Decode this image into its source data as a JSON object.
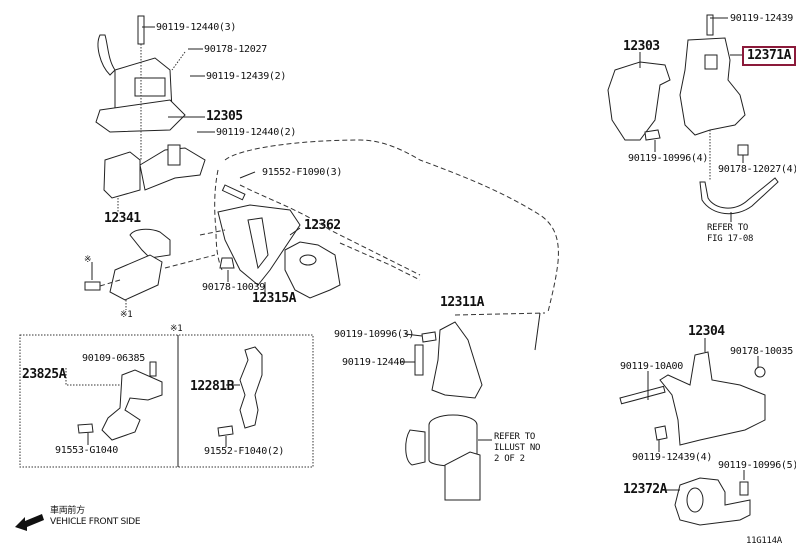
{
  "diagram": {
    "highlight_color": "#8b1a3a",
    "figure_id": "11G114A",
    "direction": {
      "label_jp": "車両前方",
      "label_en": "VEHICLE FRONT SIDE",
      "icon": "arrow-left-icon"
    },
    "callouts": {
      "p12305": "12305",
      "p90119_12440_3": "90119-12440(3)",
      "p90178_12027": "90178-12027",
      "p90119_12439_2": "90119-12439(2)",
      "p90119_12440_2": "90119-12440(2)",
      "p12341": "12341",
      "p91552_F1090_3": "91552-F1090(3)",
      "p12362": "12362",
      "p90178_10039": "90178-10039",
      "p12315A": "12315A",
      "note_star_a": "※1",
      "note_star_b": "※1",
      "note_star_c": "※",
      "p12311A": "12311A",
      "p90119_10996_3": "90119-10996(3)",
      "p90119_12440": "90119-12440",
      "refer_illust_1": "REFER TO",
      "refer_illust_2": "ILLUST NO",
      "refer_illust_3": "2 OF 2",
      "p90119_12439": "90119-12439",
      "p12303": "12303",
      "p12371A": "12371A",
      "p90119_10996_4": "90119-10996(4)",
      "p90178_12027_4": "90178-12027(4)",
      "refer_fig_1": "REFER TO",
      "refer_fig_2": "FIG 17-08",
      "p12304": "12304",
      "p90119_10A00": "90119-10A00",
      "p90178_10035": "90178-10035",
      "p90119_12439_4": "90119-12439(4)",
      "p90119_10996_5": "90119-10996(5)",
      "p12372A": "12372A"
    },
    "inset": {
      "title": "※1",
      "left": {
        "p23825A": "23825A",
        "p90109_06385": "90109-06385",
        "p91553_G1040": "91553-G1040"
      },
      "right": {
        "p12281B": "12281B",
        "p91552_F1040_2": "91552-F1040(2)"
      }
    }
  }
}
